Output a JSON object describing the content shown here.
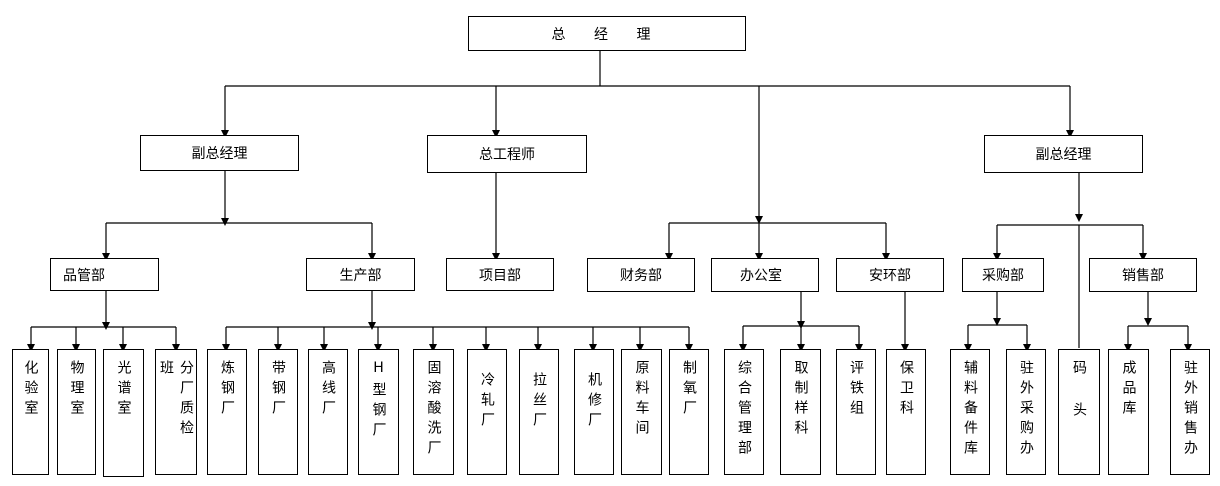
{
  "top": {
    "label": "总  经  理"
  },
  "level2": {
    "vgm_left": "副总经理",
    "chief_engineer": "总工程师",
    "vgm_right": "副总经理"
  },
  "level3": {
    "quality": "品管部",
    "production": "生产部",
    "project": "项目部",
    "finance": "财务部",
    "office": "办公室",
    "safety_env": "安环部",
    "purchasing": "采购部",
    "sales": "销售部"
  },
  "leaves": {
    "lab": "化验室",
    "physics": "物理室",
    "spectrum": "光谱室",
    "branch_qc": "分厂质检班",
    "smelting": "炼钢厂",
    "strip": "带钢厂",
    "wire": "高线厂",
    "hbeam": "H型钢厂",
    "acid": "固溶酸洗厂",
    "cold": "冷轧厂",
    "drawing": "拉丝厂",
    "repair": "机修厂",
    "rawmat": "原料车间",
    "oxygen": "制氧厂",
    "general_mgmt": "综合管理部",
    "sampling": "取制样科",
    "iron_eval": "评铁组",
    "security": "保卫科",
    "spare_parts": "辅料备件库",
    "ext_purchasing": "驻外采购办",
    "dock": "码  头",
    "finished": "成品库",
    "ext_sales": "驻外销售办"
  }
}
